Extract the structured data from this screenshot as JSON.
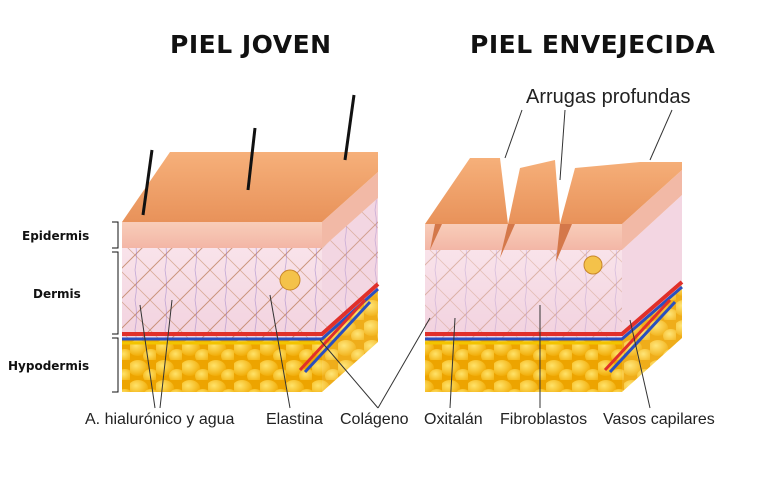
{
  "titles": {
    "young": "PIEL JOVEN",
    "aged": "PIEL ENVEJECIDA"
  },
  "callouts": {
    "wrinkles": "Arrugas profundas"
  },
  "layers": {
    "epidermis": "Epidermis",
    "dermis": "Dermis",
    "hypodermis": "Hypodermis"
  },
  "bottom_labels": [
    "A. hialurónico y agua",
    "Elastina",
    "Colágeno",
    "Oxitalán",
    "Fibroblastos",
    "Vasos capilares"
  ],
  "colors": {
    "surface": "#f2a46a",
    "epidermis": "#f7c4b4",
    "dermis": "#f6dde6",
    "fat": "#f7b500",
    "vessel_red": "#e0302a",
    "vessel_blue": "#2a4fbf",
    "fibers": "#b8704a"
  }
}
